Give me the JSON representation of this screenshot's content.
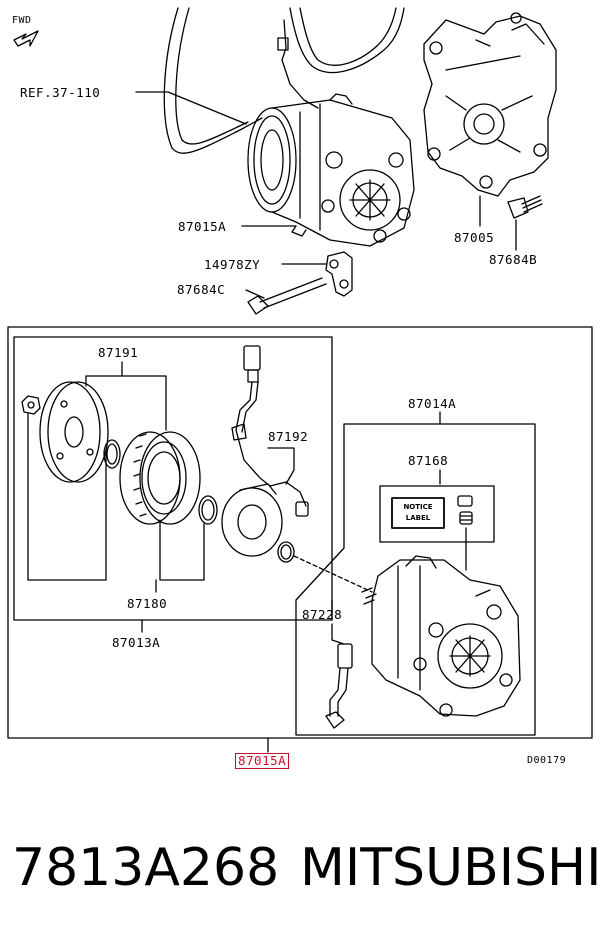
{
  "fwd_label": "FWD",
  "ref_label": "REF.37-110",
  "upper_parts": {
    "p87015a": "87015A",
    "p87005": "87005",
    "p87684b": "87684B",
    "p14978zy": "14978ZY",
    "p87684c": "87684C"
  },
  "clutch_kit": {
    "p87191": "87191",
    "p87192": "87192",
    "p87180": "87180",
    "p87013a": "87013A"
  },
  "compressor_kit": {
    "p87014a": "87014A",
    "p87168": "87168",
    "notice_line1": "NOTICE",
    "notice_line2": "LABEL",
    "p87228": "87228"
  },
  "highlighted_part": "87015A",
  "diagram_code": "D00179",
  "footer": {
    "part_number": "7813A268",
    "brand": "MITSUBISHI"
  }
}
